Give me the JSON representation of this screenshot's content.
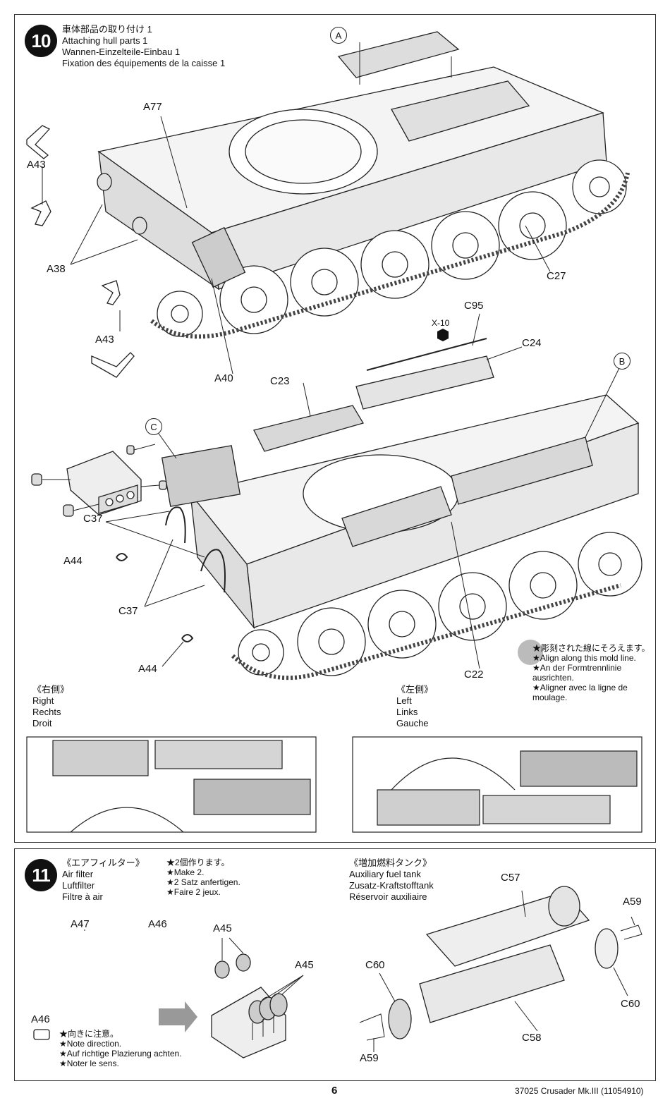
{
  "step10": {
    "number": "10",
    "title_jp": "車体部品の取り付け 1",
    "title_en": "Attaching hull parts 1",
    "title_de": "Wannen-Einzelteile-Einbau 1",
    "title_fr": "Fixation des équipements de la caisse 1",
    "labels": {
      "a_circle": "A",
      "b_circle": "B",
      "c_circle": "C",
      "a77": "A77",
      "a43_top": "A43",
      "a38": "A38",
      "a43_bottom": "A43",
      "a40": "A40",
      "c27": "C27",
      "c95": "C95",
      "x10": "X-10",
      "c24": "C24",
      "c23": "C23",
      "c37_top": "C37",
      "a44_top": "A44",
      "c37_bottom": "C37",
      "a44_bottom": "A44",
      "c22": "C22"
    },
    "note": {
      "jp": "★彫刻された線にそろえます。",
      "en": "★Align along this mold line.",
      "de1": "★An der Formtrennlinie",
      "de2": "ausrichten.",
      "fr1": "★Aligner avec la ligne de",
      "fr2": "moulage."
    },
    "right_side": {
      "jp": "《右側》",
      "en": "Right",
      "de": "Rechts",
      "fr": "Droit"
    },
    "left_side": {
      "jp": "《左側》",
      "en": "Left",
      "de": "Links",
      "fr": "Gauche"
    }
  },
  "step11": {
    "number": "11",
    "air_filter": {
      "jp": "《エアフィルター》",
      "en": "Air filter",
      "de": "Luftfilter",
      "fr": "Filtre à air"
    },
    "make2": {
      "jp": "★2個作ります。",
      "en": "★Make 2.",
      "de": "★2 Satz anfertigen.",
      "fr": "★Faire 2 jeux."
    },
    "fuel_tank": {
      "jp": "《増加燃料タンク》",
      "en": "Auxiliary fuel tank",
      "de": "Zusatz-Kraftstofftank",
      "fr": "Réservoir auxiliaire"
    },
    "direction": {
      "jp": "★向きに注意。",
      "en": "★Note direction.",
      "de": "★Auf richtige Plazierung achten.",
      "fr": "★Noter le sens."
    },
    "labels": {
      "a47": "A47",
      "a46_top": "A46",
      "a46_bottom": "A46",
      "a45_top": "A45",
      "a45_right": "A45",
      "c57": "C57",
      "a59_top": "A59",
      "c60_left": "C60",
      "c60_right": "C60",
      "c58": "C58",
      "a59_bottom": "A59"
    }
  },
  "footer": {
    "page": "6",
    "model": "37025 Crusader Mk.III (11054910)"
  }
}
